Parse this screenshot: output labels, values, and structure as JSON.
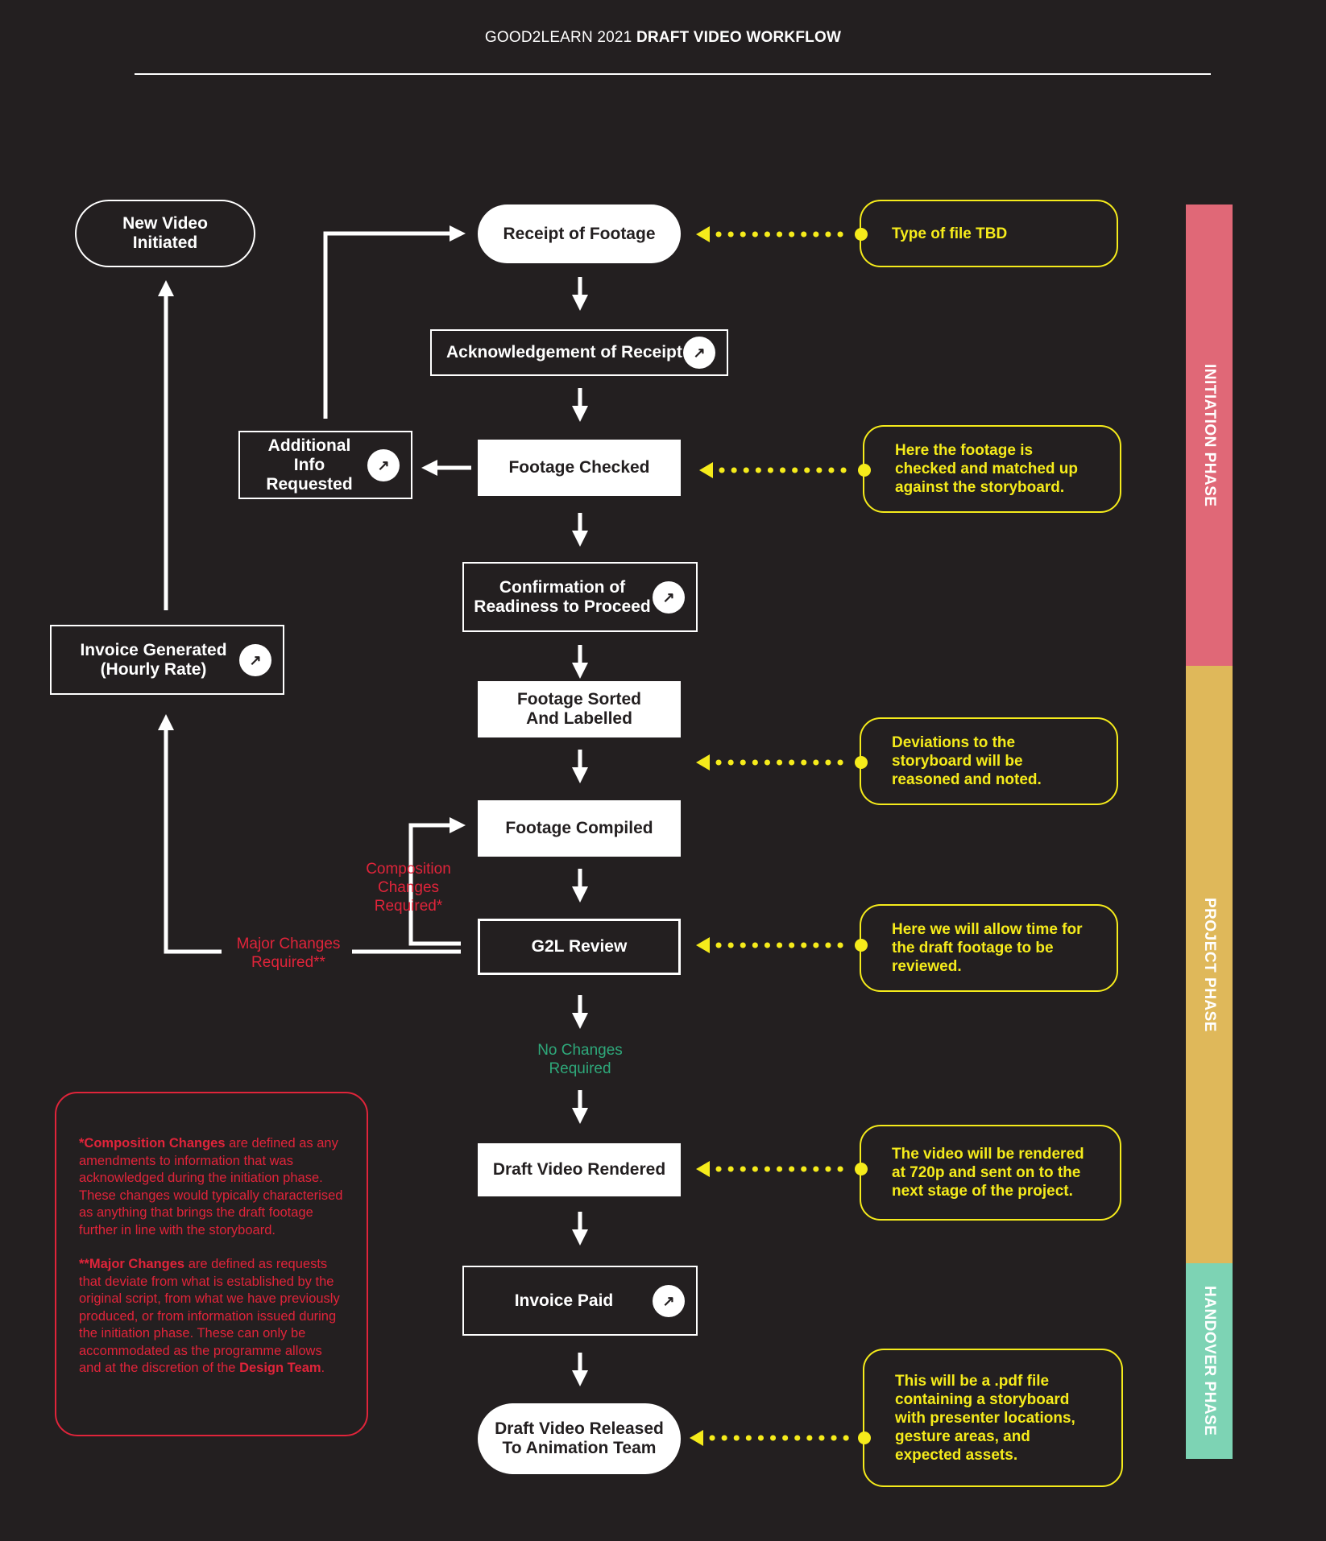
{
  "header": {
    "title_prefix": "GOOD2LEARN 2021",
    "title_bold": "DRAFT VIDEO WORKFLOW"
  },
  "nodes": {
    "new_video": "New Video Initiated",
    "receipt": "Receipt of Footage",
    "acknowledgement": "Acknowledgement of Receipt",
    "additional_info": "Additional Info Requested",
    "footage_checked": "Footage Checked",
    "confirmation": "Confirmation of Readiness to Proceed",
    "invoice_generated": "Invoice Generated (Hourly Rate)",
    "footage_sorted": "Footage Sorted And Labelled",
    "footage_compiled": "Footage Compiled",
    "g2l_review": "G2L Review",
    "draft_rendered": "Draft Video Rendered",
    "invoice_paid": "Invoice Paid",
    "draft_released": "Draft Video Released To Animation Team"
  },
  "edge_labels": {
    "composition": "Composition Changes Required*",
    "major": "Major Changes Required**",
    "no_changes": "No Changes Required"
  },
  "notes": {
    "file_type": "Type of file TBD",
    "checked": "Here the footage is checked and matched up against the storyboard.",
    "deviations": "Deviations to the storyboard will be reasoned and noted.",
    "review": "Here we will allow time for the draft footage to be reviewed.",
    "rendered": "The video will be rendered at 720p and sent on to the next stage of the project.",
    "pdf": "This will be a .pdf file containing a storyboard with presenter locations, gesture areas, and expected assets."
  },
  "phases": [
    {
      "label": "INITIATION PHASE",
      "color": "#e06877"
    },
    {
      "label": "PROJECT PHASE",
      "color": "#dfb85a"
    },
    {
      "label": "HANDOVER PHASE",
      "color": "#7dd3b4"
    }
  ],
  "definitions": {
    "comp_term": "*Composition Changes",
    "comp_text": " are defined as any amendments to information that was acknowledged during the initiation phase. These changes would typically characterised as anything that brings the draft footage further in line with the storyboard.",
    "major_term": "**Major Changes",
    "major_text": " are defined as requests that deviate from what is established by the original script, from what we have previously produced, or from information issued during the initiation phase. These can only be accommodated as the programme allows and at the discretion of the ",
    "design_team": "Design Team",
    "end": "."
  },
  "icons": {
    "external": "↗"
  },
  "colors": {
    "background": "#231f20",
    "note": "#f5eb1b",
    "red": "#e0243a",
    "green": "#2ea87a"
  }
}
